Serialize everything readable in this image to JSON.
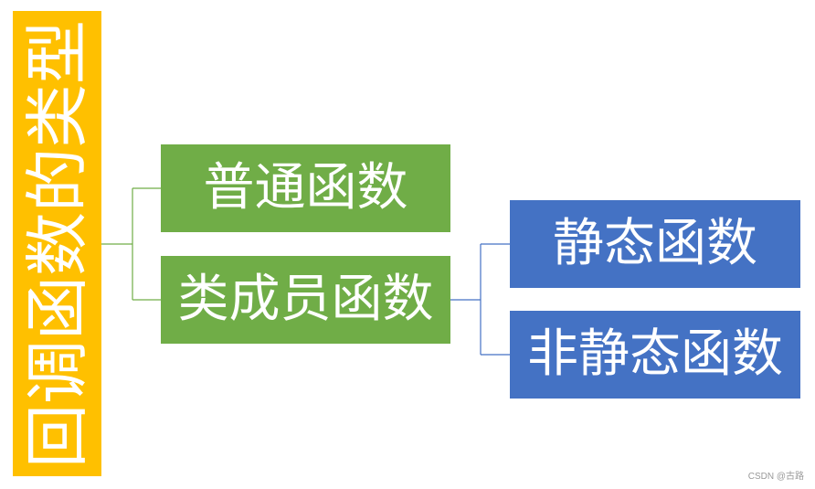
{
  "colors": {
    "root": "#ffc000",
    "level1": "#70ad47",
    "level2": "#4472c4",
    "text": "#ffffff"
  },
  "root": {
    "label": "回调函数的类型"
  },
  "level1": [
    {
      "label": "普通函数"
    },
    {
      "label": "类成员函数"
    }
  ],
  "level2": [
    {
      "label": "静态函数"
    },
    {
      "label": "非静态函数"
    }
  ],
  "watermark": "CSDN @古路"
}
